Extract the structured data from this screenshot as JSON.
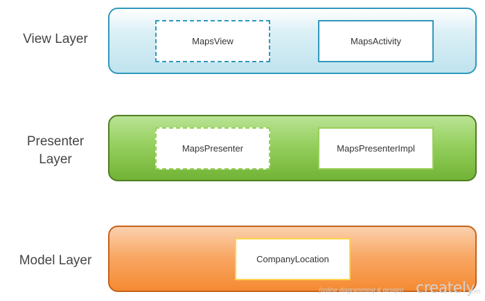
{
  "layers": {
    "view": {
      "label": "View Layer",
      "components": [
        "MapsView",
        "MapsActivity"
      ]
    },
    "presenter": {
      "label_line1": "Presenter",
      "label_line2": "Layer",
      "components": [
        "MapsPresenter",
        "MapsPresenterImpl"
      ]
    },
    "model": {
      "label": "Model Layer",
      "components": [
        "CompanyLocation"
      ]
    }
  },
  "colors": {
    "view_band": "#bfe3ee",
    "view_border": "#2e97bd",
    "presenter_band": "#95cf5e",
    "presenter_border": "#4e7d20",
    "model_band": "#f8a866",
    "model_border": "#c4611a",
    "model_box_border": "#ffd24a"
  },
  "watermark": {
    "tagline": "{online diagramming & design}",
    "brand": "creately",
    "suffix": ".com"
  }
}
